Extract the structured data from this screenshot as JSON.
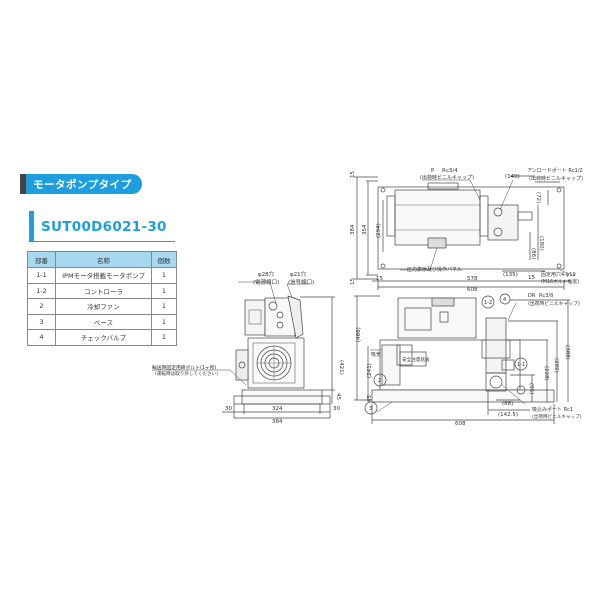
{
  "section": {
    "title": "モータポンプタイプ",
    "color": "#1e9ee0"
  },
  "model": {
    "name": "SUT00D6021-30"
  },
  "parts_table": {
    "headers": [
      "部番",
      "名称",
      "個数"
    ],
    "rows": [
      {
        "no": "1-1",
        "name": "IPMモータ搭載モータポンプ",
        "qty": "1"
      },
      {
        "no": "1-2",
        "name": "コントローラ",
        "qty": "1"
      },
      {
        "no": "2",
        "name": "冷却ファン",
        "qty": "1"
      },
      {
        "no": "3",
        "name": "ベース",
        "qty": "1"
      },
      {
        "no": "4",
        "name": "チェックバルブ",
        "qty": "1"
      }
    ]
  },
  "side_view": {
    "hole_power": "φ28穴",
    "hole_power_sub": "(電源線口)",
    "hole_signal": "φ21穴",
    "hole_signal_sub": "(信号線口)",
    "transport_bolt": "輸送時固定用締ボルト(1ヶ所)",
    "transport_bolt_sub": "(運転時は取り外してください)",
    "dim_height": "(421)",
    "dim_base_h": "45",
    "dim_left": "30",
    "dim_mid": "324",
    "dim_right": "30",
    "dim_total": "384"
  },
  "top_view": {
    "port_p": "P",
    "port_p_spec": "Rc3/4",
    "port_p_sub": "(出荷時ビニルキャップ)",
    "unload_port": "アンロードポート Rc1/2",
    "unload_port_sub": "(出荷時ビニルキャップ)",
    "panel": "圧力表示及び操作パネル",
    "mount_holes": "固定用穴4-φ19",
    "mount_holes_sub": "(M16ボルト推奨)",
    "dim_15_top": "15",
    "dim_384": "384",
    "dim_354": "354",
    "dim_294": "(294)",
    "dim_15_bot": "15",
    "dim_15_left": "15",
    "dim_578": "578",
    "dim_608": "608",
    "dim_15_right": "15",
    "dim_140": "(140)",
    "dim_72": "(72)",
    "dim_180": "(180)",
    "dim_86": "(86)",
    "dim_135": "(135)"
  },
  "front_view": {
    "label_12": "1-2",
    "label_4": "4",
    "label_11": "1-1",
    "label_2": "2",
    "label_3": "3",
    "port_dr": "DR",
    "port_dr_spec": "Rc3/8",
    "port_dr_sub": "(出荷時ビニルキャップ)",
    "intake": "吸込みポート Rc1",
    "intake_sub": "(出荷時ビニルキャップ)",
    "air_in": "吸気",
    "safety_label": "安全注意銘板",
    "dim_466": "(466)",
    "dim_241": "(241)",
    "dim_45": "45",
    "dim_608": "608",
    "dim_388": "(388)",
    "dim_282": "(282)",
    "dim_228": "(228)",
    "dim_95": "(95)",
    "dim_88": "(88)",
    "dim_1425": "(142.5)"
  }
}
